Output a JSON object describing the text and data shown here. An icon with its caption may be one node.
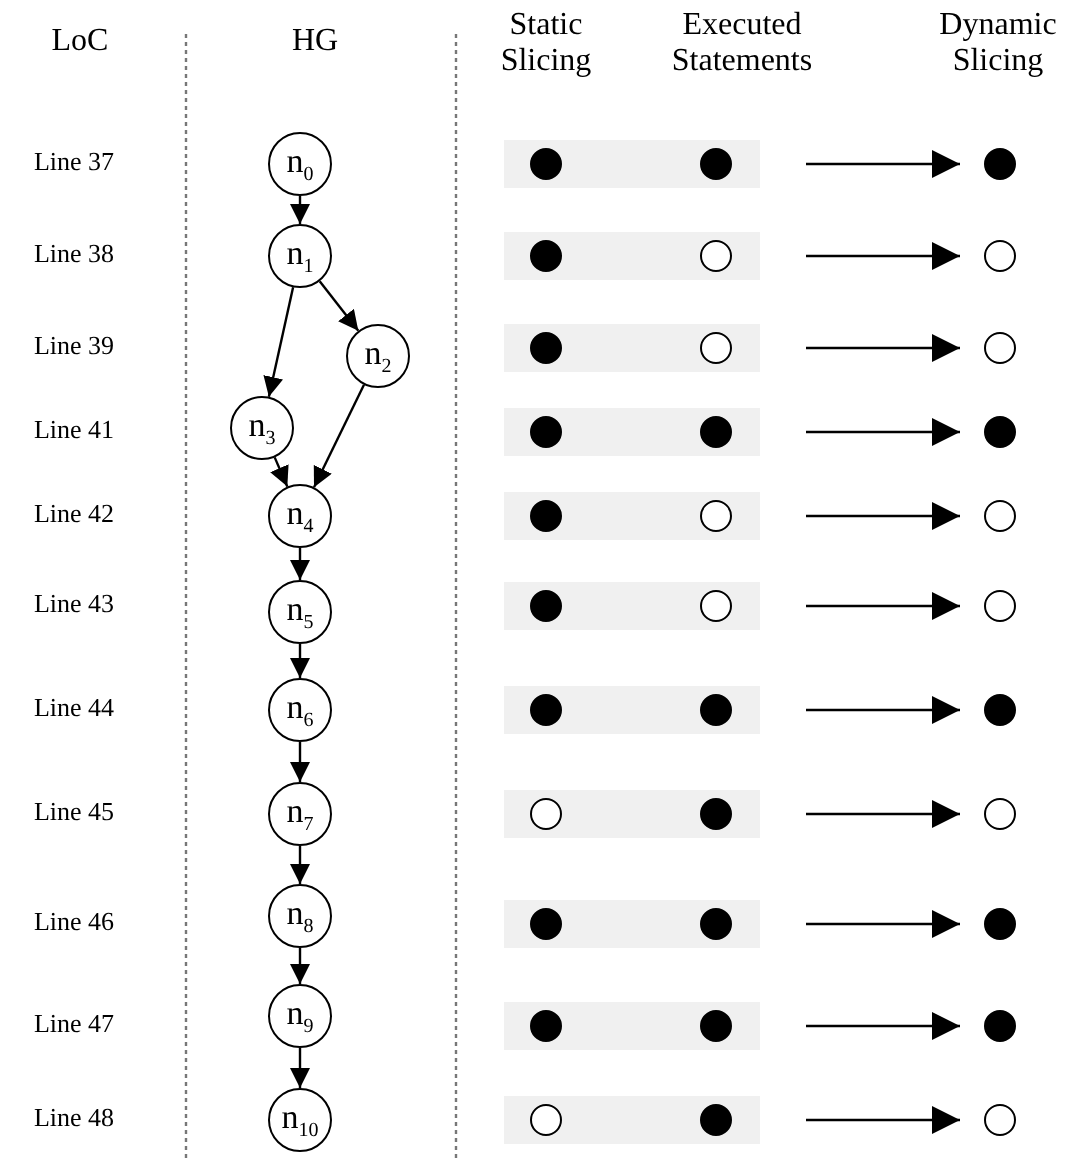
{
  "diagram": {
    "nodes": [
      {
        "text": [
          "n$_{0}$"
        ]
      },
      {
        "text": [
          "n$_{1}$"
        ]
      },
      {
        "text": [
          "n$_{2}$"
        ]
      },
      {
        "text": [
          "n$_{3}$"
        ]
      },
      {
        "text": [
          "n$_{4}$"
        ]
      },
      {
        "text": [
          "n$_{5}$"
        ]
      },
      {
        "text": [
          "n$_{6}$"
        ]
      },
      {
        "text": [
          "n$_{7}$"
        ]
      },
      {
        "text": [
          "n$_{8}$"
        ]
      },
      {
        "text": [
          "n$_{9}$"
        ]
      },
      {
        "text": [
          "n$_{10}$"
        ]
      },
      {
        "text": [],
        "shape": "bar"
      },
      {
        "text": [],
        "shape": "dot",
        "in": 11
      },
      {
        "text": [],
        "shape": "dot",
        "in": 11
      },
      {
        "text": [],
        "shape": "dot"
      },
      {
        "text": [],
        "shape": "bar"
      },
      {
        "text": [],
        "shape": "dot",
        "in": 15
      },
      {
        "text": [],
        "shape": "circle",
        "in": 15
      },
      {
        "text": [],
        "shape": "circle"
      },
      {
        "text": [],
        "shape": "bar"
      },
      {
        "text": [],
        "shape": "dot",
        "in": 19
      },
      {
        "text": [],
        "shape": "circle",
        "in": 19
      },
      {
        "text": [],
        "shape": "circle"
      },
      {
        "text": [],
        "shape": "bar"
      },
      {
        "text": [],
        "shape": "dot",
        "in": 23
      },
      {
        "text": [],
        "shape": "dot",
        "in": 23
      },
      {
        "text": [],
        "shape": "dot"
      },
      {
        "text": [],
        "shape": "bar"
      },
      {
        "text": [],
        "shape": "dot",
        "in": 27
      },
      {
        "text": [],
        "shape": "circle",
        "in": 27
      },
      {
        "text": [],
        "shape": "circle"
      },
      {
        "text": [],
        "shape": "bar"
      },
      {
        "text": [],
        "shape": "dot",
        "in": 31
      },
      {
        "text": [],
        "shape": "circle",
        "in": 31
      },
      {
        "text": [],
        "shape": "circle"
      },
      {
        "text": [],
        "shape": "bar"
      },
      {
        "text": [],
        "shape": "dot",
        "in": 35
      },
      {
        "text": [],
        "shape": "dot",
        "in": 35
      },
      {
        "text": [],
        "shape": "dot"
      },
      {
        "text": [],
        "shape": "bar"
      },
      {
        "text": [],
        "shape": "circle",
        "in": 39
      },
      {
        "text": [],
        "shape": "dot",
        "in": 39
      },
      {
        "text": [],
        "shape": "circle"
      },
      {
        "text": [],
        "shape": "bar"
      },
      {
        "text": [],
        "shape": "dot",
        "in": 43
      },
      {
        "text": [],
        "shape": "dot",
        "in": 43
      },
      {
        "text": [],
        "shape": "dot"
      },
      {
        "text": [],
        "shape": "bar"
      },
      {
        "text": [],
        "shape": "dot",
        "in": 47
      },
      {
        "text": [],
        "shape": "dot",
        "in": 47
      },
      {
        "text": [],
        "shape": "dot"
      },
      {
        "text": [],
        "shape": "bar"
      },
      {
        "text": [],
        "shape": "circle",
        "in": 51
      },
      {
        "text": [],
        "shape": "dot",
        "in": 51
      },
      {
        "text": [],
        "shape": "circle"
      }
    ],
    "edges": [
      {
        "from": 0,
        "to": 1,
        "arrow": "to"
      },
      {
        "from": 1,
        "to": 3,
        "arrow": "to"
      },
      {
        "from": 1,
        "to": 2,
        "arrow": "to"
      },
      {
        "from": 3,
        "to": 4,
        "arrow": "to"
      },
      {
        "from": 2,
        "to": 4,
        "arrow": "to"
      },
      {
        "from": 4,
        "to": 5,
        "arrow": "to"
      },
      {
        "from": 5,
        "to": 6,
        "arrow": "to"
      },
      {
        "from": 6,
        "to": 7,
        "arrow": "to"
      },
      {
        "from": 7,
        "to": 8,
        "arrow": "to"
      },
      {
        "from": 8,
        "to": 9,
        "arrow": "to"
      },
      {
        "from": 9,
        "to": 10,
        "arrow": "to"
      },
      {
        "from": 11,
        "to": 14,
        "arrow": "to"
      },
      {
        "from": 15,
        "to": 18,
        "arrow": "to"
      },
      {
        "from": 19,
        "to": 22,
        "arrow": "to"
      },
      {
        "from": 23,
        "to": 26,
        "arrow": "to"
      },
      {
        "from": 27,
        "to": 30,
        "arrow": "to"
      },
      {
        "from": 31,
        "to": 34,
        "arrow": "to"
      },
      {
        "from": 35,
        "to": 38,
        "arrow": "to"
      },
      {
        "from": 39,
        "to": 42,
        "arrow": "to"
      },
      {
        "from": 43,
        "to": 46,
        "arrow": "to"
      },
      {
        "from": 47,
        "to": 50,
        "arrow": "to"
      },
      {
        "from": 51,
        "to": 54,
        "arrow": "to"
      }
    ],
    "labels": [
      "LoC",
      "HG",
      "Static Slicing",
      "Executed Statements",
      "Dynamic Slicing",
      "Line 37",
      "Line 38",
      "Line 39",
      "Line 41",
      "Line 42",
      "Line 43",
      "Line 44",
      "Line 45",
      "Line 46",
      "Line 47",
      "Line 48"
    ]
  }
}
